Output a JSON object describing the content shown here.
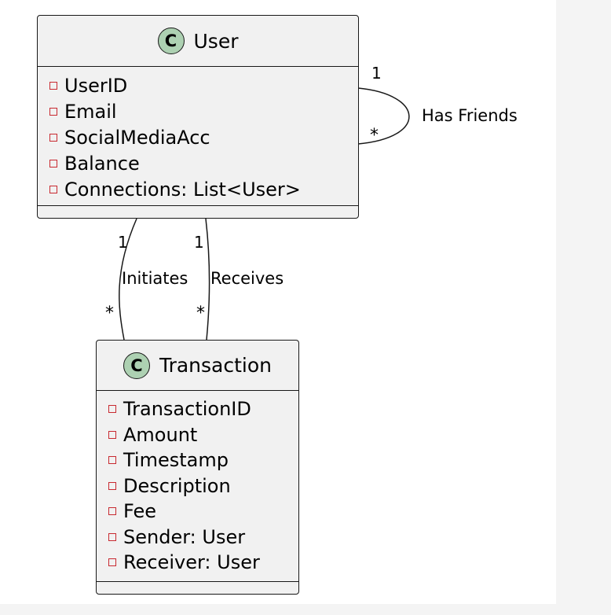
{
  "classes": {
    "user": {
      "badge": "C",
      "name": "User",
      "attributes": [
        "UserID",
        "Email",
        "SocialMediaAcc",
        "Balance",
        "Connections: List<User>"
      ]
    },
    "transaction": {
      "badge": "C",
      "name": "Transaction",
      "attributes": [
        "TransactionID",
        "Amount",
        "Timestamp",
        "Description",
        "Fee",
        "Sender: User",
        "Receiver: User"
      ]
    }
  },
  "relations": {
    "has_friends": {
      "label": "Has Friends",
      "from_mult": "1",
      "to_mult": "*"
    },
    "initiates": {
      "label": "Initiates",
      "from_mult": "1",
      "to_mult": "*"
    },
    "receives": {
      "label": "Receives",
      "from_mult": "1",
      "to_mult": "*"
    }
  },
  "colors": {
    "class_fill": "#f1f1f1",
    "border": "#181818",
    "badge_fill": "#add1b2",
    "private_icon": "#c82930"
  }
}
